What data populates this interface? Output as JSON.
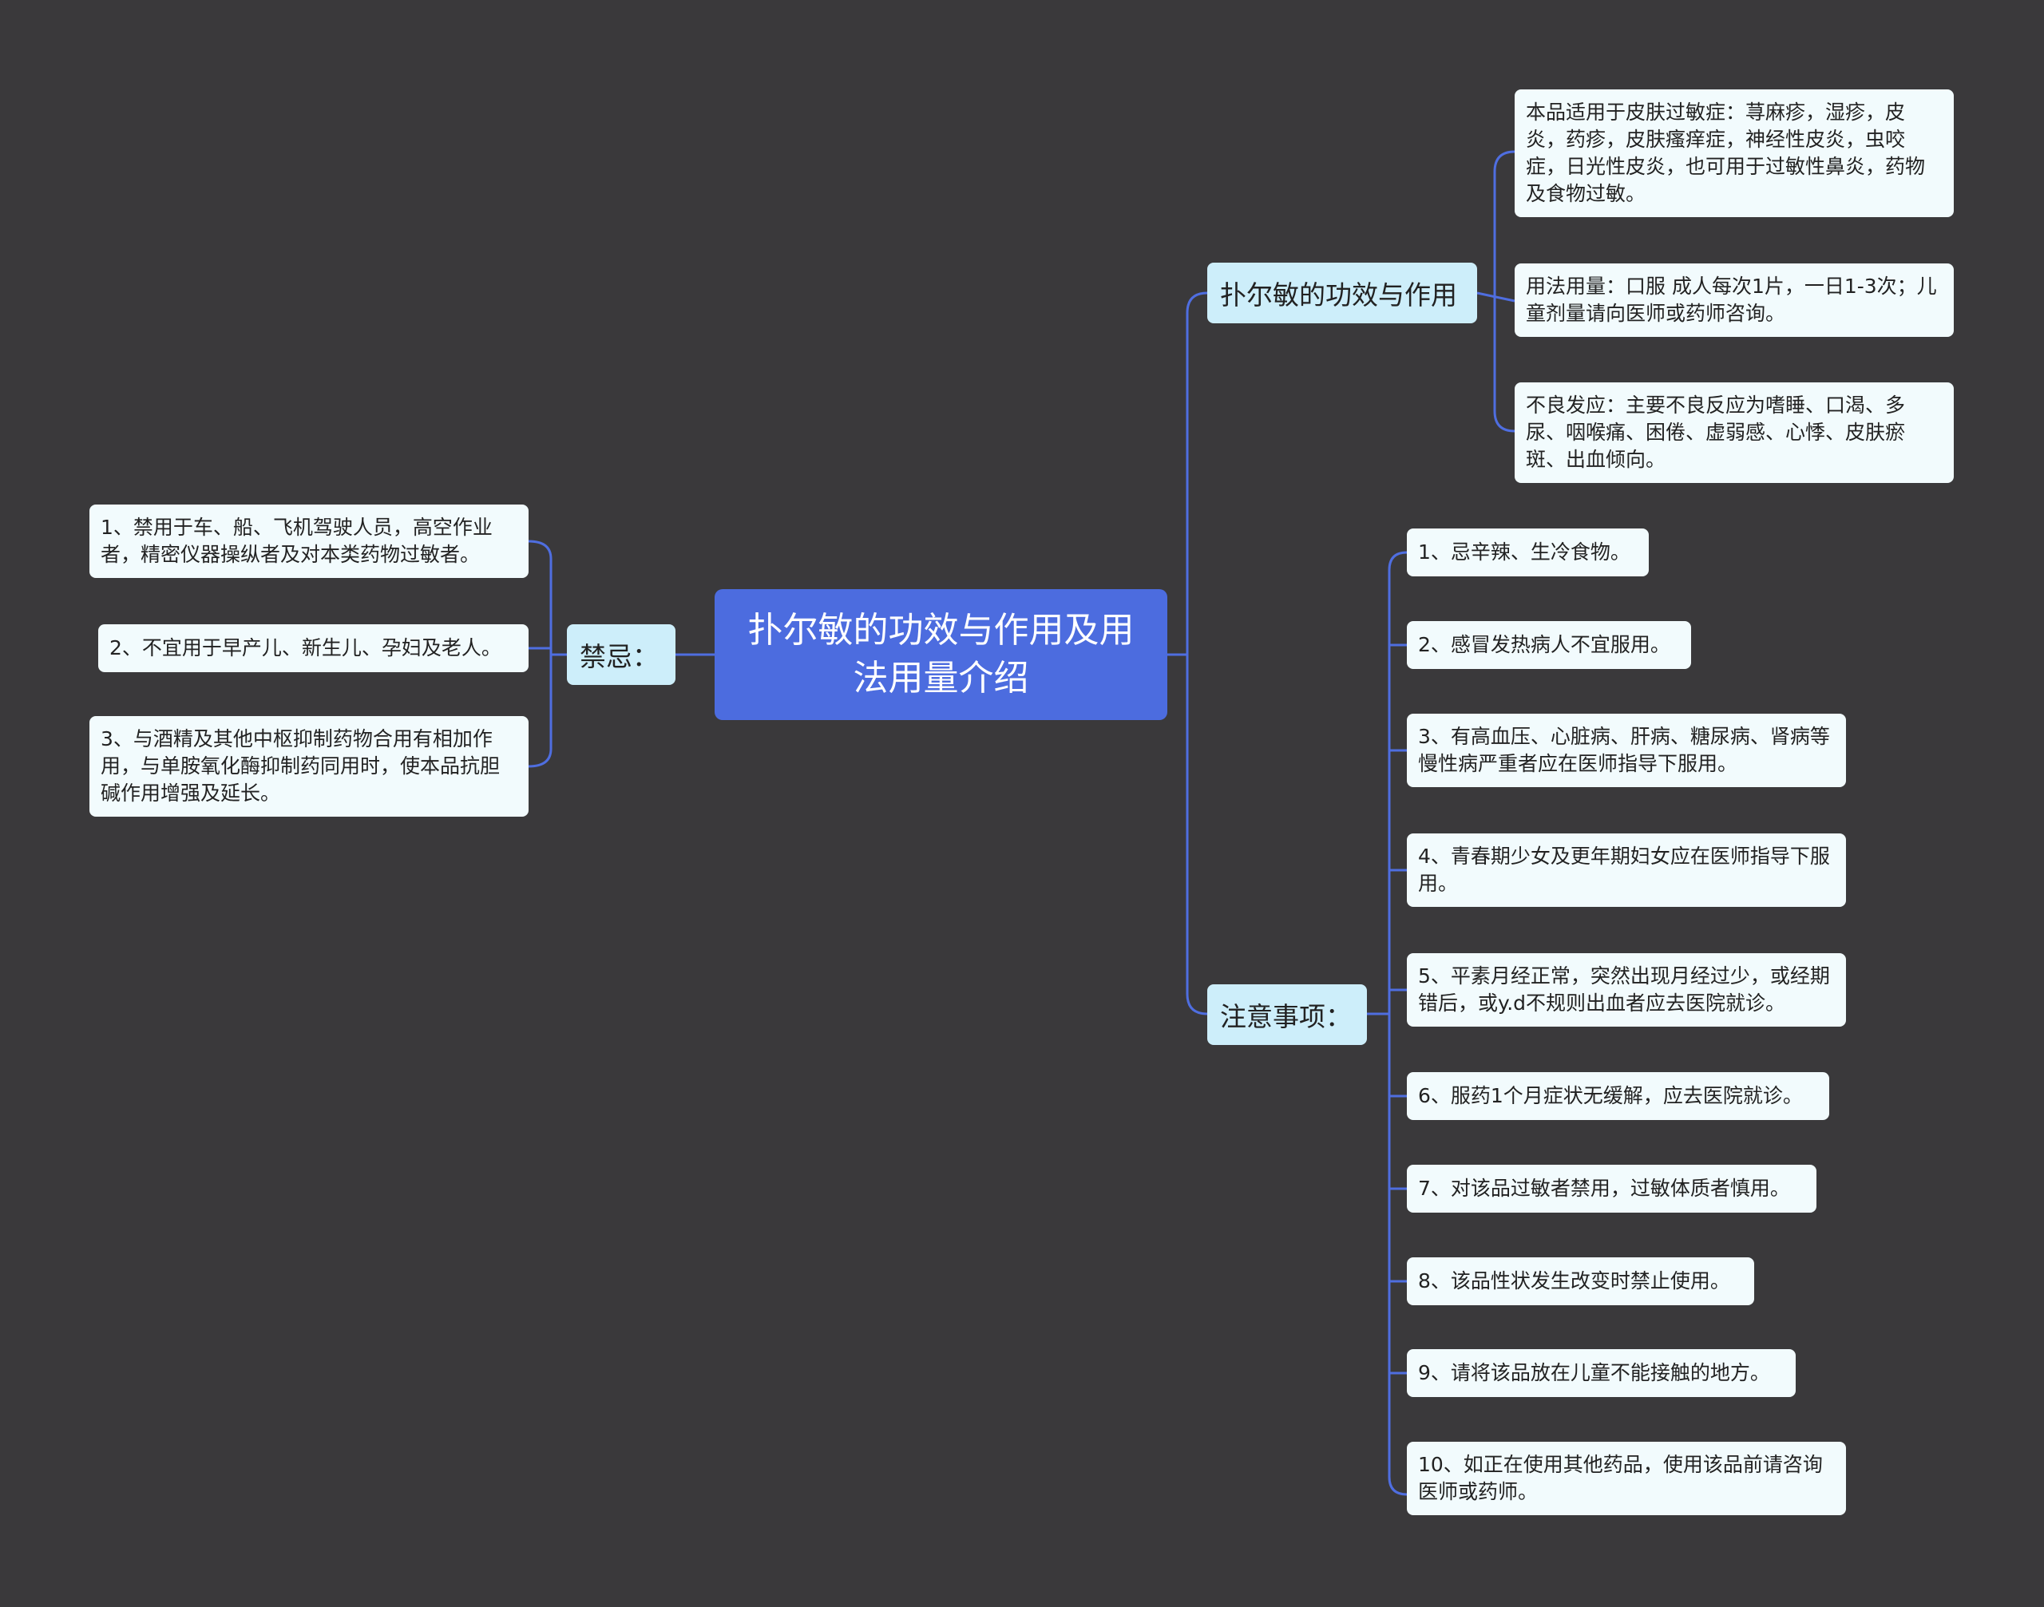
{
  "root": {
    "label": "扑尔敏的功效与作用及用法用量介绍"
  },
  "left": {
    "branch": "禁忌：",
    "items": [
      "1、禁用于车、船、飞机驾驶人员，高空作业者，精密仪器操纵者及对本类药物过敏者。",
      "2、不宜用于早产儿、新生儿、孕妇及老人。",
      "3、与酒精及其他中枢抑制药物合用有相加作用，与单胺氧化酶抑制药同用时，使本品抗胆碱作用增强及延长。"
    ]
  },
  "effects": {
    "branch": "扑尔敏的功效与作用",
    "items": [
      "本品适用于皮肤过敏症：荨麻疹，湿疹，皮炎，药疹，皮肤瘙痒症，神经性皮炎，虫咬症，日光性皮炎，也可用于过敏性鼻炎，药物及食物过敏。",
      "用法用量：口服 成人每次1片，一日1-3次；儿童剂量请向医师或药师咨询。",
      "不良发应：主要不良反应为嗜睡、口渴、多尿、咽喉痛、困倦、虚弱感、心悸、皮肤瘀斑、出血倾向。"
    ]
  },
  "notes": {
    "branch": "注意事项：",
    "items": [
      "1、忌辛辣、生冷食物。",
      "2、感冒发热病人不宜服用。",
      "3、有高血压、心脏病、肝病、糖尿病、肾病等慢性病严重者应在医师指导下服用。",
      "4、青春期少女及更年期妇女应在医师指导下服用。",
      "5、平素月经正常，突然出现月经过少，或经期错后，或y.d不规则出血者应去医院就诊。",
      "6、服药1个月症状无缓解，应去医院就诊。",
      "7、对该品过敏者禁用，过敏体质者慎用。",
      "8、该品性状发生改变时禁止使用。",
      "9、请将该品放在儿童不能接触的地方。",
      "10、如正在使用其他药品，使用该品前请咨询医师或药师。"
    ]
  },
  "colors": {
    "background": "#3a393b",
    "root": "#4c6cdf",
    "branch": "#cdeefa",
    "leaf": "#f2fbfd",
    "edge": "#4f6ee0"
  }
}
